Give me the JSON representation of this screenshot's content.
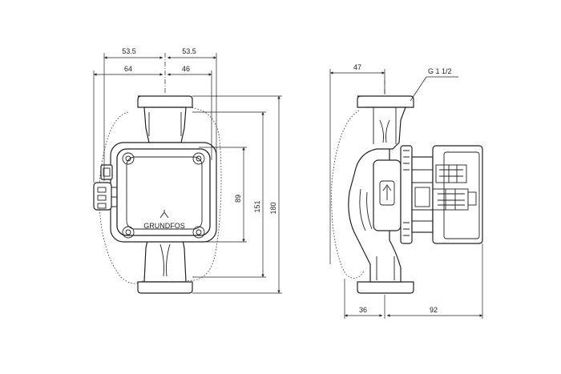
{
  "front_view": {
    "dim_top_left": "53.5",
    "dim_top_right": "53.5",
    "dim_mid_left": "64",
    "dim_mid_right": "46",
    "dim_height_inner": "89",
    "dim_height_mid": "151",
    "dim_height_total": "180",
    "logo_text": "GRUNDFOS"
  },
  "side_view": {
    "dim_top": "47",
    "thread_label": "G 1 1/2",
    "dim_bottom_left": "36",
    "dim_bottom_right": "92"
  }
}
